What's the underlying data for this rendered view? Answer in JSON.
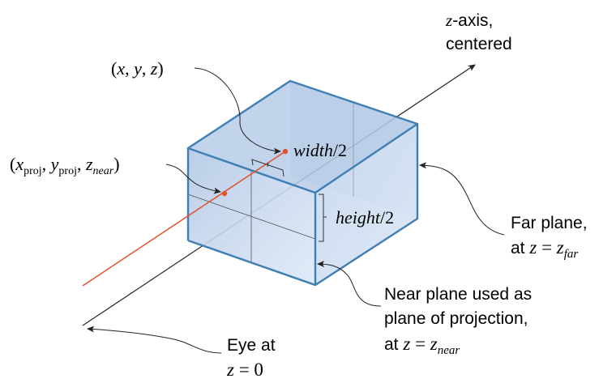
{
  "colors": {
    "box_face_front": "#c9daef",
    "box_face_top": "#b8cde8",
    "box_face_side": "#a9c2e3",
    "box_edge": "#3f7fb3",
    "ray": "#e2522c",
    "point": "#e2522c",
    "line": "#222222"
  },
  "labels": {
    "z_axis_line1": "z-axis,",
    "z_axis_z": "z",
    "z_axis_rest": "-axis,",
    "z_axis_line2": "centered",
    "point_xyz": "(x, y, z)",
    "point_x": "x",
    "point_y": "y",
    "point_z": "z",
    "proj_x": "x",
    "proj_y": "y",
    "proj_z": "z",
    "proj_sub": "proj",
    "proj_near": "near",
    "width_half": "width",
    "height_half": "height",
    "half_suffix": "/2",
    "far_plane_line1": "Far plane,",
    "far_plane_at": "at ",
    "far_plane_z": "z",
    "far_plane_eq": " = ",
    "far_plane_z2": "z",
    "far_plane_sub": "far",
    "near_plane_line1": "Near plane used as",
    "near_plane_line2": "plane of projection,",
    "near_plane_at": "at ",
    "near_plane_z": "z",
    "near_plane_eq": " = ",
    "near_plane_z2": "z",
    "near_plane_sub": "near",
    "eye_line1": "Eye at",
    "eye_z": "z",
    "eye_eq": " = 0"
  }
}
